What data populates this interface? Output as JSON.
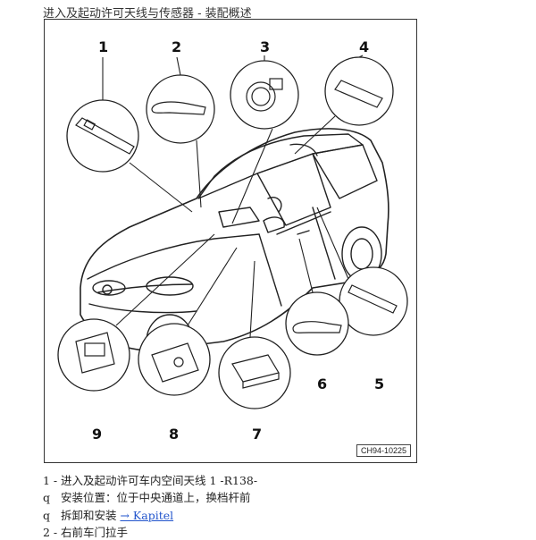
{
  "page": {
    "title": "进入及起动许可天线与传感器 - 装配概述"
  },
  "figure": {
    "code": "CH94-10225",
    "labels": [
      "1",
      "2",
      "3",
      "4",
      "5",
      "6",
      "7",
      "8",
      "9"
    ]
  },
  "list": [
    {
      "bullet": "1 -",
      "text": "进入及起动许可车内空间天线 1 -R138-"
    },
    {
      "bullet": "q",
      "text": "安装位置：位于中央通道上，换档杆前"
    },
    {
      "bullet": "q",
      "text": "拆卸和安装 ",
      "link": "→ Kapitel"
    },
    {
      "bullet": "2 -",
      "text": "右前车门拉手"
    }
  ]
}
